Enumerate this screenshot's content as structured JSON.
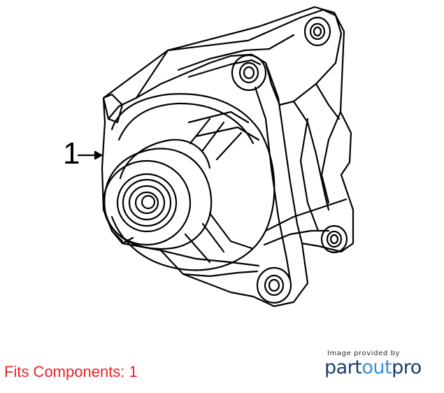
{
  "diagram": {
    "callout_number": "1",
    "part_name_icon": "alternator-drawing"
  },
  "footer": {
    "fits_label": "Fits Components: 1"
  },
  "credit": {
    "caption": "Image provided by",
    "brand_part1": "part",
    "brand_part2": "out",
    "brand_part3": "pro",
    "brand_colors": {
      "dark": "#1c3d6e",
      "light": "#3b8fd9"
    }
  },
  "colors": {
    "fits_text": "#e8222a",
    "line_art": "#000000"
  }
}
